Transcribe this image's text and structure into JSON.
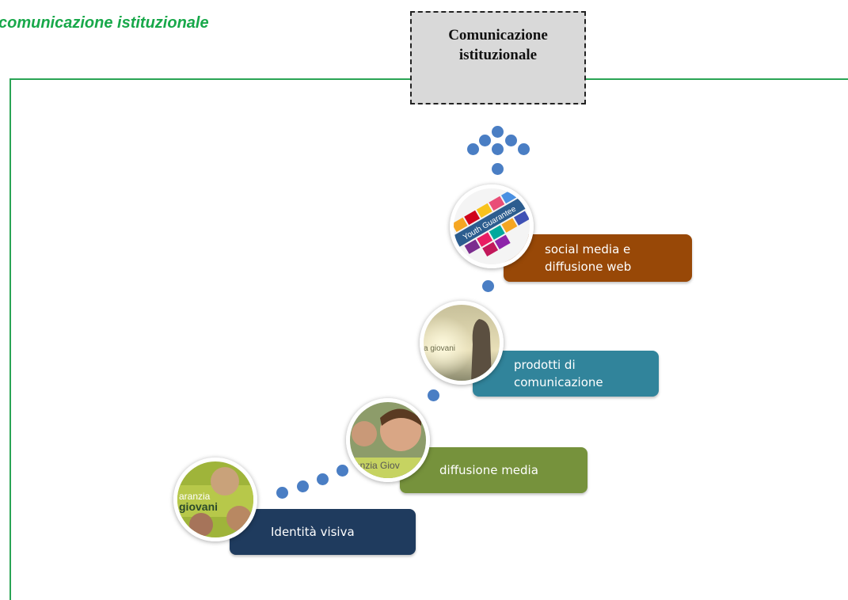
{
  "page": {
    "heading": "comunicazione istituzionale"
  },
  "title_box": {
    "line1": "Comunicazione",
    "line2": "istituzionale"
  },
  "steps": [
    {
      "label": "Identità visiva",
      "color": "#1f3b5e",
      "image_text_1": "aranzia",
      "image_text_2": "giovani"
    },
    {
      "label": "diffusione media",
      "color": "#76923c",
      "image_text_1": "ranzia Giov"
    },
    {
      "label": "prodotti di\ncomunicazione",
      "color": "#31849b",
      "image_text_1": "a giovani"
    },
    {
      "label": "social media e\ndiffusione web",
      "color": "#984807",
      "image_text_1": "Youth Guarantee"
    }
  ],
  "colors": {
    "frame": "#2aa455",
    "heading": "#18a84a",
    "dots": "#4a7ec4",
    "title_box_fill": "#d9d9d9"
  }
}
